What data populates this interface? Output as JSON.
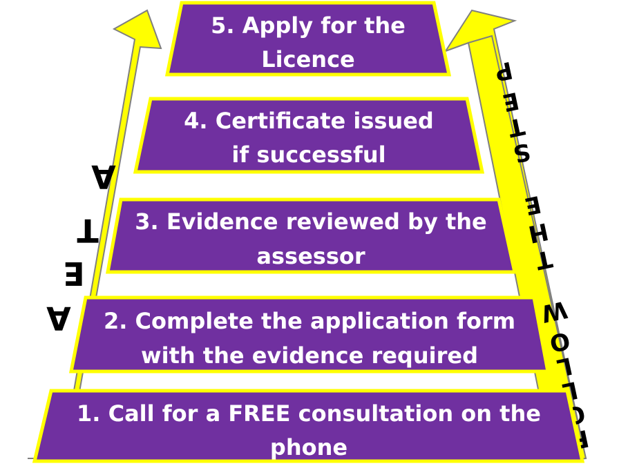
{
  "colors": {
    "step_fill": "#7030A0",
    "step_border": "#FFFF00",
    "arrow_fill": "#FFFF00",
    "arrow_border": "#7F7F7F",
    "step_text": "#FFFFFF",
    "arrow_text": "#000000"
  },
  "steps": [
    {
      "line1": "1. Call for a FREE consultation on the",
      "line2": "phone"
    },
    {
      "line1": "2. Complete the application form",
      "line2": "with the evidence required"
    },
    {
      "line1": "3. Evidence reviewed by the",
      "line2": "assessor"
    },
    {
      "line1": "4. Certificate issued",
      "line2": "if successful"
    },
    {
      "line1": "5. Apply for the",
      "line2": "Licence"
    }
  ],
  "left_arrow": {
    "letters": [
      "A",
      "T",
      "E",
      "A"
    ]
  },
  "right_arrow": {
    "letters": [
      "F",
      "O",
      "L",
      "L",
      "O",
      "W",
      "T",
      "H",
      "E",
      "S",
      "T",
      "E",
      "P"
    ]
  }
}
